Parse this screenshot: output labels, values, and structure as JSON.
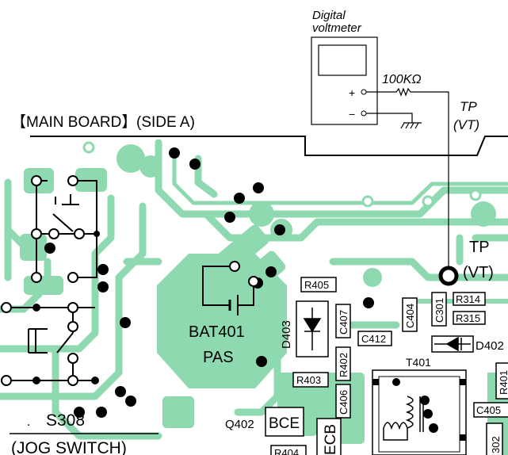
{
  "meter": {
    "title_line1": "Digital",
    "title_line2": "voltmeter",
    "plus": "+",
    "minus": "−",
    "resistor": "100KΩ"
  },
  "test_point": {
    "label_top": "TP",
    "label_bottom": "(VT)",
    "board_label_top": "TP",
    "board_label_bottom": "(VT)"
  },
  "board": {
    "title_bracket_left": "【",
    "title": "MAIN BOARD",
    "title_bracket_right": "】",
    "side": "(SIDE A)"
  },
  "parts": {
    "bat_name": "BAT401",
    "bat_sub": "PAS",
    "d403": "D403",
    "r405": "R405",
    "c407": "C407",
    "c404": "C404",
    "c301": "C301",
    "r314": "R314",
    "r315": "R315",
    "c412": "C412",
    "d402": "D402",
    "r402": "R402",
    "r403": "R403",
    "c406": "C406",
    "t401": "T401",
    "r401": "R401",
    "c405": "C405",
    "c302": "302",
    "q402": "Q402",
    "bce": "BCE",
    "ecb": "ECB",
    "r404": "R404",
    "s308": "S308",
    "jog": "(JOG SWITCH)",
    "dot": "."
  },
  "colors": {
    "trace": "#8fd9b0",
    "ink": "#000000",
    "paper": "#ffffff"
  }
}
